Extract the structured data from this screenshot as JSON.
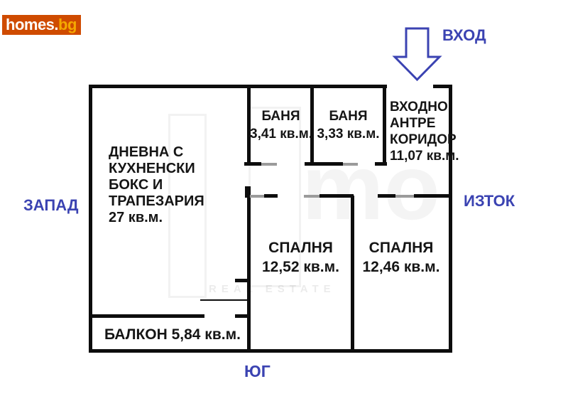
{
  "logo": {
    "primary": "homes.",
    "suffix": "bg"
  },
  "compass": {
    "west": "ЗАПАД",
    "east": "ИЗТОК",
    "south": "ЮГ",
    "entrance": "ВХОД"
  },
  "rooms": [
    {
      "id": "living-room",
      "lines": [
        "ДНЕВНА С",
        "КУХНЕНСКИ",
        "БОКС И",
        "ТРАПЕЗАРИЯ"
      ],
      "area": "27 кв.м."
    },
    {
      "id": "bathroom-1",
      "name": "БАНЯ",
      "area": "3,41 кв.м."
    },
    {
      "id": "bathroom-2",
      "name": "БАНЯ",
      "area": "3,33 кв.м."
    },
    {
      "id": "entrance-hall",
      "lines": [
        "ВХОДНО",
        "АНТРЕ",
        "КОРИДОР"
      ],
      "area": "11,07 кв.м."
    },
    {
      "id": "bedroom-1",
      "name": "СПАЛНЯ",
      "area": "12,52 кв.м."
    },
    {
      "id": "bedroom-2",
      "name": "СПАЛНЯ",
      "area": "12,46 кв.м."
    },
    {
      "id": "balcony",
      "label": "БАЛКОН 5,84 кв.м."
    }
  ],
  "watermark": {
    "big": "mo",
    "small": "REAL ESTATE"
  },
  "colors": {
    "wall": "#0d0d0d",
    "door": "#9b9b9b",
    "accent_blue": "#3b43b2",
    "logo_background": "#cf4b00",
    "logo_suffix": "#f5a800"
  }
}
